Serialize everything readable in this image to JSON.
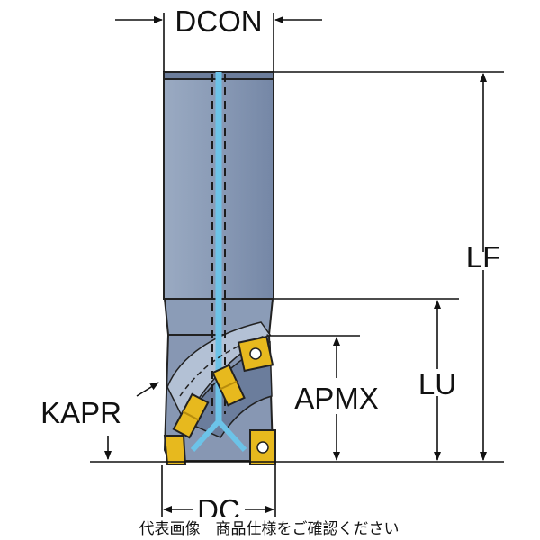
{
  "diagram": {
    "labels": {
      "dcon": "DCON",
      "lf": "LF",
      "lu": "LU",
      "apmx": "APMX",
      "kapr": "KAPR",
      "dc": "DC"
    },
    "caption": "代表画像　商品仕様をご確認ください",
    "colors": {
      "body": "#8c9db8",
      "body_dark": "#5f7191",
      "body_light": "#b6c3d6",
      "coolant": "#6cc3e8",
      "insert": "#e7b91e",
      "insert_dark": "#b78c0c",
      "line": "#111111"
    }
  }
}
